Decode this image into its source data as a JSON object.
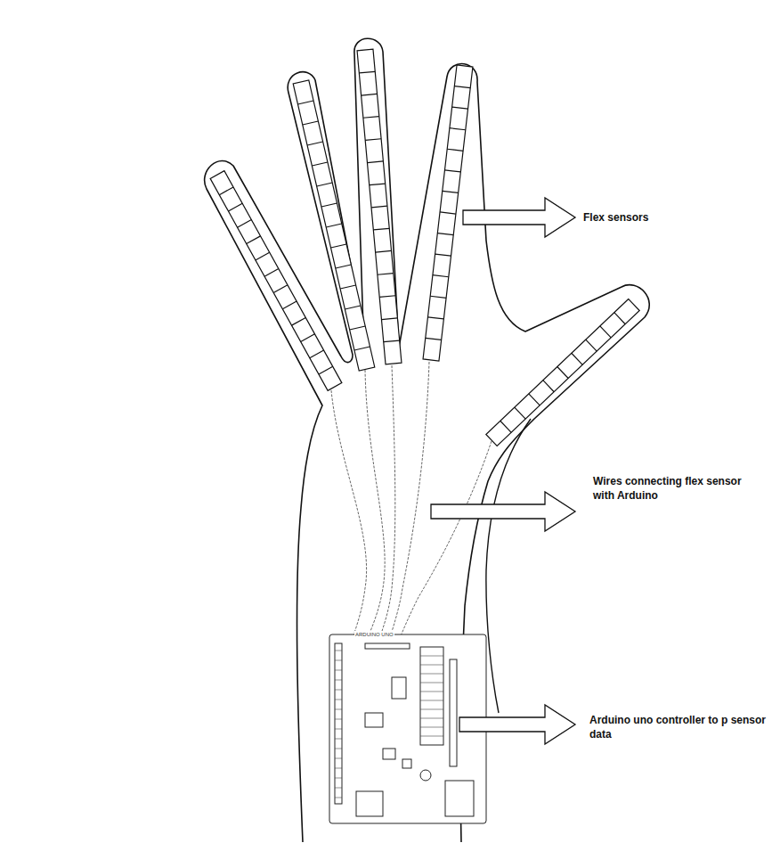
{
  "diagram": {
    "labels": [
      "Flex sensors",
      "Wires connecting flex sensor with Arduino",
      "Arduino uno controller to p sensor data",
      "ARDUINO UNO"
    ]
  }
}
